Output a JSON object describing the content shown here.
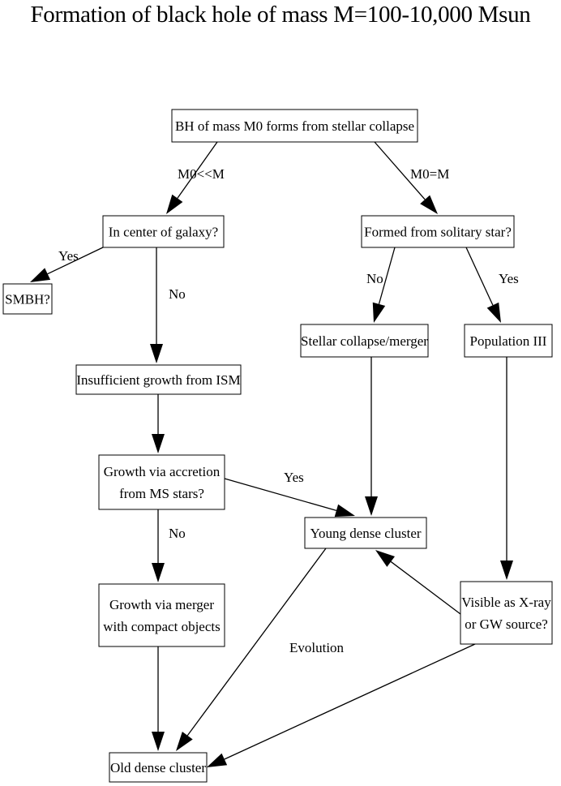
{
  "title": "Formation of black hole of mass M=100-10,000 Msun",
  "nodes": [
    {
      "id": "bh_form",
      "lines": [
        "BH of mass M0 forms from stellar collapse"
      ]
    },
    {
      "id": "center",
      "lines": [
        "In center of galaxy?"
      ]
    },
    {
      "id": "solitary",
      "lines": [
        "Formed from solitary star?"
      ]
    },
    {
      "id": "smbh",
      "lines": [
        "SMBH?"
      ]
    },
    {
      "id": "stellar",
      "lines": [
        "Stellar collapse/merger"
      ]
    },
    {
      "id": "pop3",
      "lines": [
        "Population III"
      ]
    },
    {
      "id": "insufficient",
      "lines": [
        "Insufficient growth from ISM"
      ]
    },
    {
      "id": "accretion",
      "lines": [
        "Growth via accretion",
        "from MS stars?"
      ]
    },
    {
      "id": "young",
      "lines": [
        "Young dense cluster"
      ]
    },
    {
      "id": "merger",
      "lines": [
        "Growth via merger",
        "with compact objects"
      ]
    },
    {
      "id": "visible",
      "lines": [
        "Visible as X-ray",
        "or GW source?"
      ]
    },
    {
      "id": "old",
      "lines": [
        "Old dense cluster"
      ]
    }
  ],
  "edges": [
    {
      "from": "bh_form",
      "to": "center",
      "label": "M0<<M"
    },
    {
      "from": "bh_form",
      "to": "solitary",
      "label": "M0=M"
    },
    {
      "from": "center",
      "to": "smbh",
      "label": "Yes"
    },
    {
      "from": "center",
      "to": "insufficient",
      "label": "No"
    },
    {
      "from": "solitary",
      "to": "stellar",
      "label": "No"
    },
    {
      "from": "solitary",
      "to": "pop3",
      "label": "Yes"
    },
    {
      "from": "insufficient",
      "to": "accretion",
      "label": ""
    },
    {
      "from": "accretion",
      "to": "young",
      "label": "Yes"
    },
    {
      "from": "accretion",
      "to": "merger",
      "label": "No"
    },
    {
      "from": "stellar",
      "to": "young",
      "label": ""
    },
    {
      "from": "pop3",
      "to": "visible",
      "label": ""
    },
    {
      "from": "visible",
      "to": "young",
      "label": ""
    },
    {
      "from": "merger",
      "to": "old",
      "label": ""
    },
    {
      "from": "young",
      "to": "old",
      "label": "Evolution"
    },
    {
      "from": "visible",
      "to": "old",
      "label": ""
    }
  ]
}
